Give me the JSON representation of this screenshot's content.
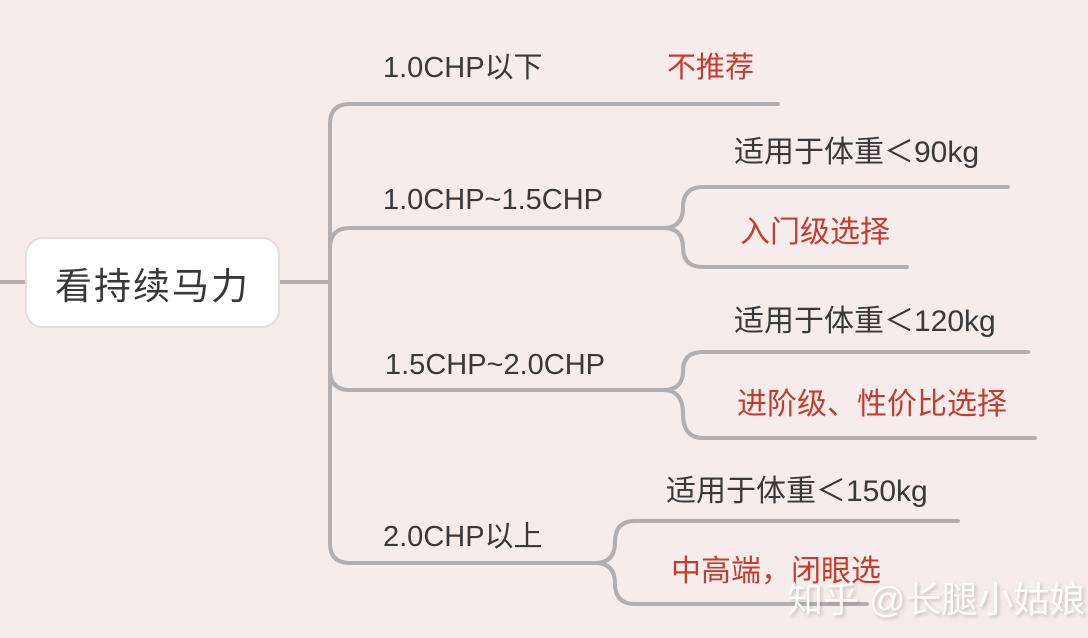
{
  "colors": {
    "background": "#f5eceb",
    "line": "#b3aeb2",
    "text_dark": "#3a383b",
    "text_red": "#c53c2e",
    "node_fill": "#ffffff",
    "node_border": "#e4dddd"
  },
  "root": {
    "label": "看持续马力"
  },
  "branches": [
    {
      "label": "1.0CHP以下",
      "note": "不推荐"
    },
    {
      "label": "1.0CHP~1.5CHP",
      "children": [
        {
          "label": "适用于体重＜90kg",
          "style": "dark"
        },
        {
          "label": "入门级选择",
          "style": "red"
        }
      ]
    },
    {
      "label": "1.5CHP~2.0CHP",
      "children": [
        {
          "label": "适用于体重＜120kg",
          "style": "dark"
        },
        {
          "label": "进阶级、性价比选择",
          "style": "red"
        }
      ]
    },
    {
      "label": "2.0CHP以上",
      "children": [
        {
          "label": "适用于体重＜150kg",
          "style": "dark"
        },
        {
          "label": "中高端，闭眼选",
          "style": "red"
        }
      ]
    }
  ],
  "watermark": {
    "text": "知乎 @长腿小姑娘"
  }
}
